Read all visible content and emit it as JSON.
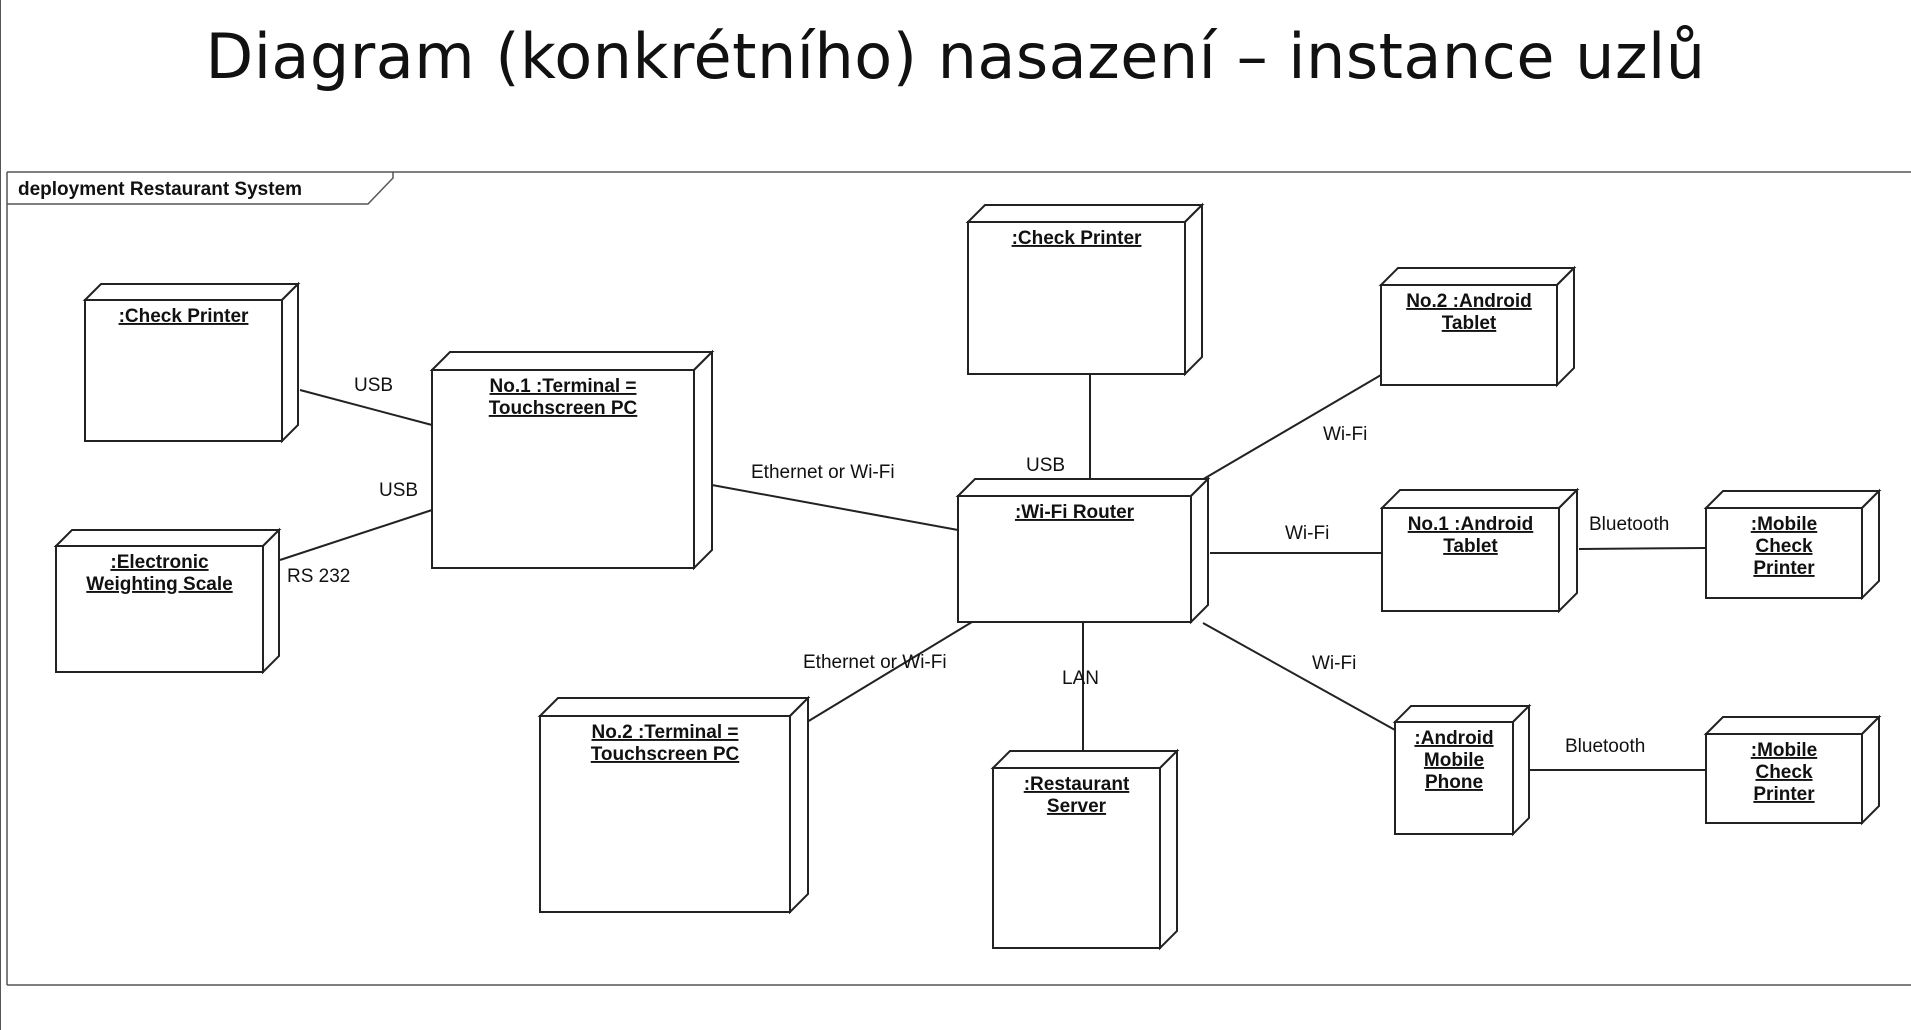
{
  "title": "Diagram (konkrétního) nasazení – instance uzlů",
  "frame_label": "deployment Restaurant System",
  "nodes": {
    "check_printer_left": ":Check Printer",
    "electronic_scale": ":Electronic Weighting Scale",
    "terminal_1": "No.1 :Terminal = Touchscreen PC",
    "terminal_2": "No.2 :Terminal = Touchscreen PC",
    "check_printer_top": ":Check Printer",
    "wifi_router": ":Wi-Fi Router",
    "restaurant_server": ":Restaurant Server",
    "tablet_2": "No.2 :Android Tablet",
    "tablet_1": "No.1 :Android Tablet",
    "mobile_phone": ":Android Mobile Phone",
    "mobile_printer_1": ":Mobile Check Printer",
    "mobile_printer_2": ":Mobile Check Printer"
  },
  "connections": {
    "printer_terminal": "USB",
    "scale_terminal_top": "USB",
    "scale_terminal_bottom": "RS 232",
    "terminal1_router": "Ethernet or Wi-Fi",
    "terminal2_router": "Ethernet or Wi-Fi",
    "printer_router": "USB",
    "router_server": "LAN",
    "router_tablet2": "Wi-Fi",
    "router_tablet1": "Wi-Fi",
    "router_phone": "Wi-Fi",
    "tablet1_printer": "Bluetooth",
    "phone_printer": "Bluetooth"
  },
  "colors": {
    "line": "#222222",
    "background": "#ffffff"
  }
}
